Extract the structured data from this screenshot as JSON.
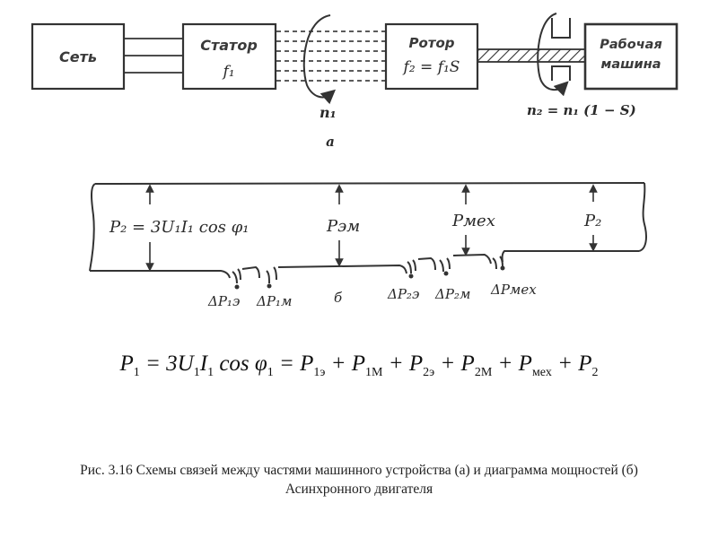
{
  "diagram_a": {
    "label": "а",
    "blocks": {
      "network": "Сеть",
      "stator_title": "Статор",
      "stator_freq": "f₁",
      "rotor_title": "Ротор",
      "rotor_freq": "f₂ = f₁S",
      "machine_line1": "Рабочая",
      "machine_line2": "машина"
    },
    "speed_n1": "n₁",
    "speed_n2": "n₂ = n₁ (1 − S)"
  },
  "diagram_b": {
    "label": "б",
    "input_power": "P₂ = 3U₁I₁ cos φ₁",
    "electromagnetic_power": "Pэм",
    "mechanical_power": "Pмех",
    "output_power": "P₂",
    "losses": [
      "ΔP₁э",
      "ΔP₁м",
      "ΔP₂э",
      "ΔP₂м",
      "ΔPмех"
    ]
  },
  "formula": {
    "lhs": "P",
    "lhs_sub": "1",
    "terms": [
      {
        "text": " = 3",
        "sub": ""
      },
      {
        "text": "U",
        "sub": "1"
      },
      {
        "text": "I",
        "sub": "1"
      },
      {
        "text": " cos φ",
        "sub": "1"
      },
      {
        "text": " = P",
        "sub": "1э"
      },
      {
        "text": " + P",
        "sub": "1М"
      },
      {
        "text": " + P",
        "sub": "2э"
      },
      {
        "text": " + P",
        "sub": "2М"
      },
      {
        "text": " + P",
        "sub": "мех"
      },
      {
        "text": " + P",
        "sub": "2"
      }
    ]
  },
  "caption": {
    "line1": "Рис. 3.16 Схемы связей между частями машинного устройства (а) и диаграмма мощностей (б)",
    "line2": "Асинхронного двигателя"
  }
}
